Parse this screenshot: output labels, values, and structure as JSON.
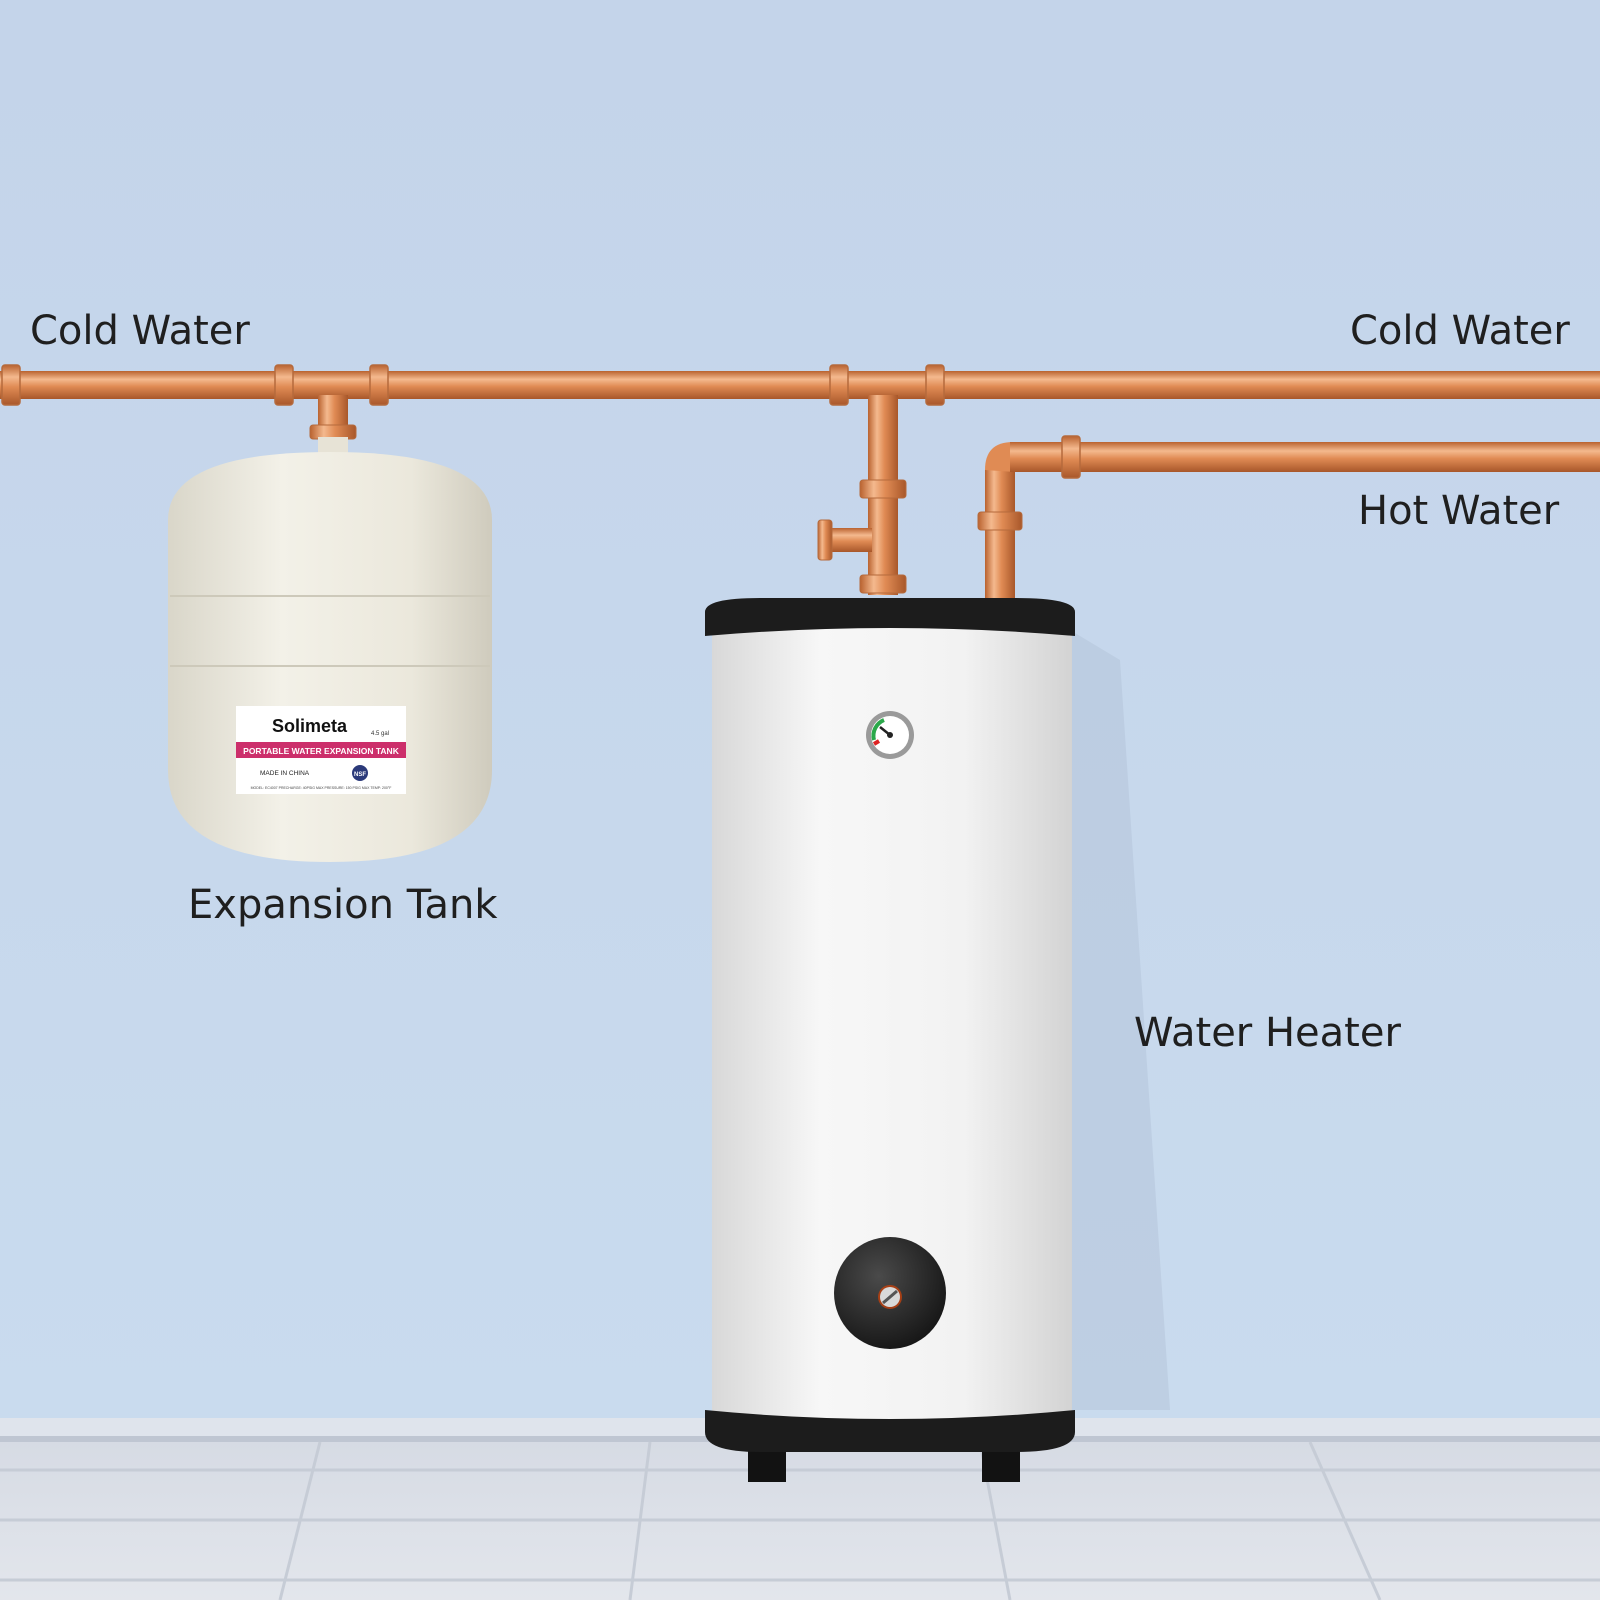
{
  "labels": {
    "cold_water_left": "Cold Water",
    "cold_water_right": "Cold Water",
    "hot_water": "Hot Water",
    "expansion_tank": "Expansion Tank",
    "water_heater": "Water Heater"
  },
  "tank_label": {
    "brand": "Solimeta",
    "capacity": "4.5 gal",
    "product": "PORTABLE WATER EXPANSION TANK",
    "origin": "MADE IN CHINA",
    "cert": "NSF",
    "spec": "MODEL: EC4007 PRECHARGE: 40PSIG MAX PRESSURE: 150 PSIG MAX TEMP: 200°F"
  },
  "colors": {
    "wall": "#c6d6eb",
    "copper": "#d9834b",
    "copper_light": "#f3b68a",
    "tank_body": "#ebe8dc",
    "label_band": "#cc2f6b",
    "heater_body": "#f2f2f2",
    "heater_trim": "#1c1c1c"
  }
}
